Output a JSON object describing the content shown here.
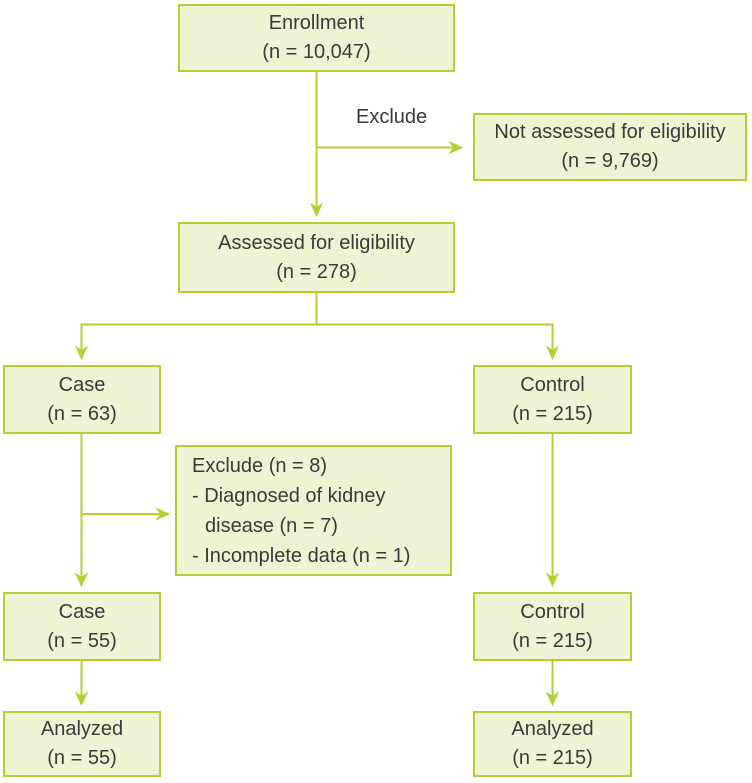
{
  "diagram": {
    "type": "flowchart",
    "labels": {
      "exclude_arrow": "Exclude"
    },
    "flow": {
      "enrollment": {
        "label": "Enrollment",
        "n": "(n = 10,047)"
      },
      "not_assessed": {
        "label": "Not assessed for eligibility",
        "n": "(n = 9,769)"
      },
      "assessed": {
        "label": "Assessed for eligibility",
        "n": "(n = 278)"
      },
      "case_initial": {
        "label": "Case",
        "n": "(n = 63)"
      },
      "control_initial": {
        "label": "Control",
        "n": "(n = 215)"
      },
      "exclude_detail": {
        "title": "Exclude (n = 8)",
        "items": [
          "- Diagnosed of kidney disease (n = 7)",
          "- Incomplete data (n = 1)"
        ]
      },
      "case_final": {
        "label": "Case",
        "n": "(n = 55)"
      },
      "control_final": {
        "label": "Control",
        "n": "(n = 215)"
      },
      "analyzed_case": {
        "label": "Analyzed",
        "n": "(n = 55)"
      },
      "analyzed_control": {
        "label": "Analyzed",
        "n": "(n = 215)"
      }
    },
    "colors": {
      "box_fill": "#eef4d3",
      "line": "#b0d135",
      "text": "#3a3a3a",
      "background": "#ffffff"
    }
  }
}
